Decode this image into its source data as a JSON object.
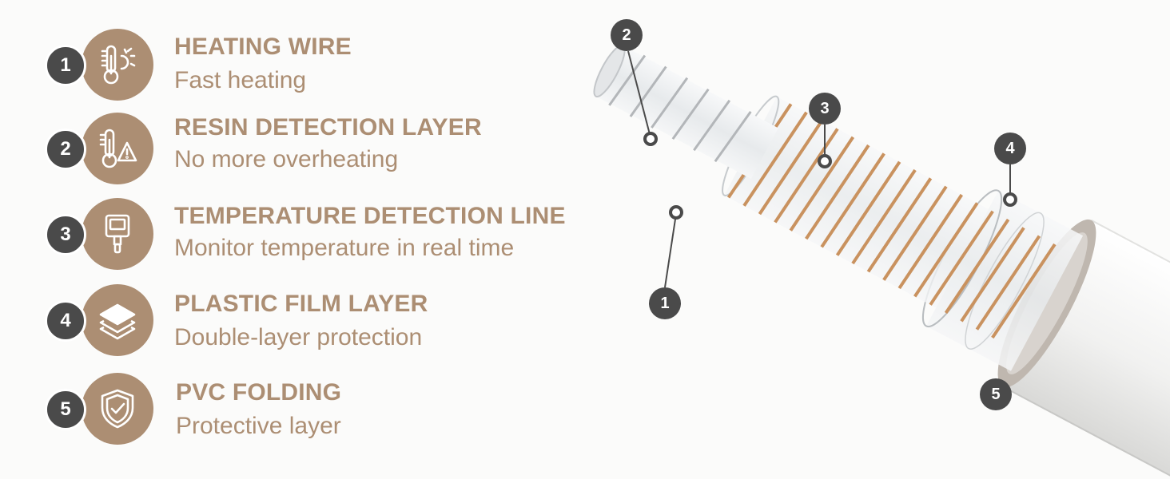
{
  "layers": [
    {
      "number": "1",
      "title": "HEATING WIRE",
      "description": "Fast heating",
      "icon": "thermometer-sun-icon"
    },
    {
      "number": "2",
      "title": "RESIN DETECTION LAYER",
      "description": "No more overheating",
      "icon": "thermometer-warning-icon"
    },
    {
      "number": "3",
      "title": "TEMPERATURE DETECTION LINE",
      "description": "Monitor temperature in real time",
      "icon": "sensor-probe-icon"
    },
    {
      "number": "4",
      "title": "PLASTIC FILM LAYER",
      "description": "Double-layer protection",
      "icon": "layers-icon"
    },
    {
      "number": "5",
      "title": "PVC FOLDING",
      "description": "Protective layer",
      "icon": "shield-check-icon"
    }
  ],
  "callouts": [
    "2",
    "3",
    "4",
    "1",
    "5"
  ],
  "colors": {
    "accent": "#ac8e73",
    "badge": "#4a4a4a",
    "copper": "#c9925f",
    "background": "#fbfbfa"
  }
}
